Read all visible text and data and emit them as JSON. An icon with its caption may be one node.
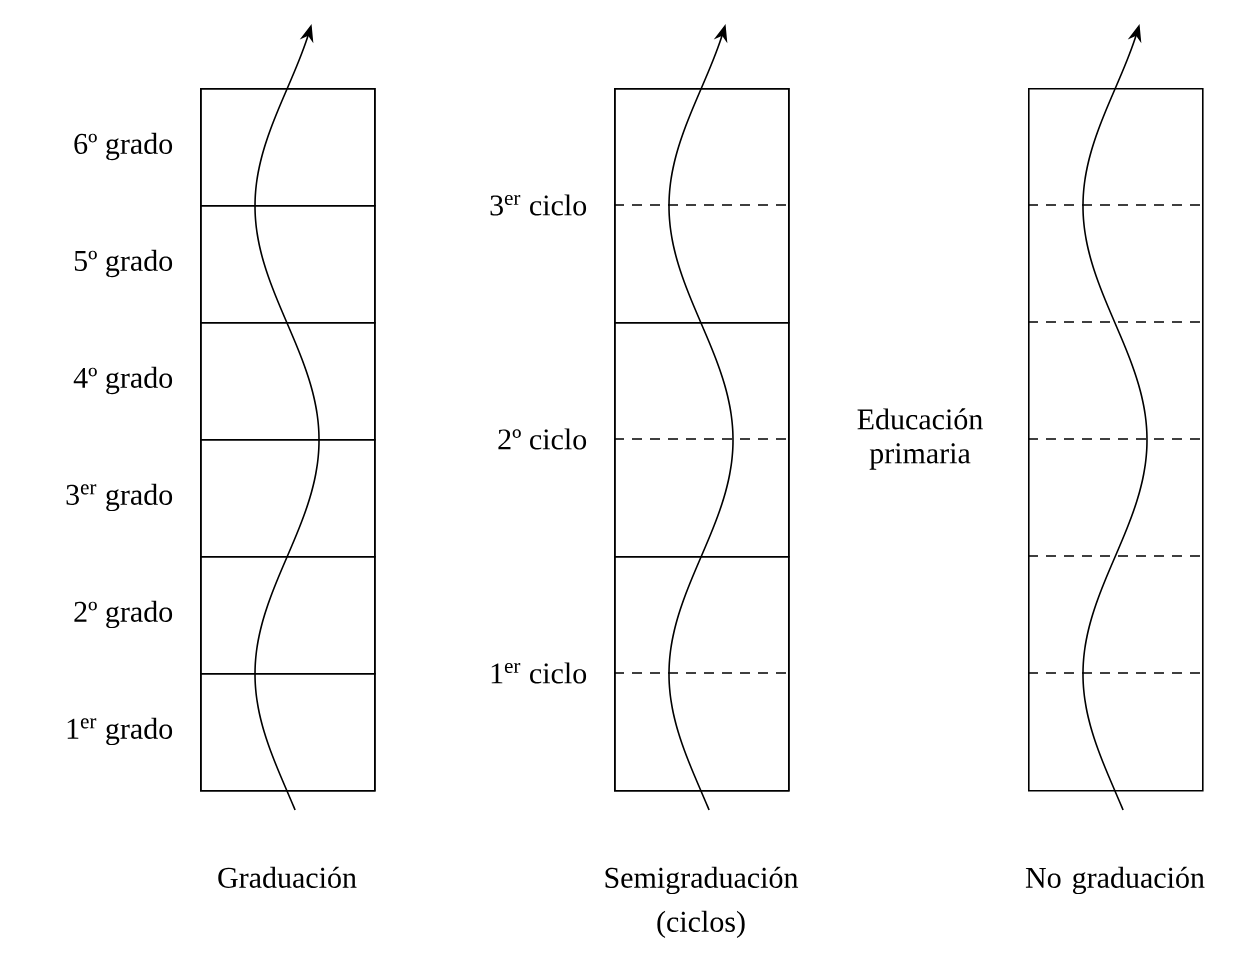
{
  "diagram": {
    "nodes": [
      {
        "text": [
          "Graduación"
        ]
      },
      {
        "text": [],
        "shape": "box",
        "in": 0,
        "beside": [
          "6º grado"
        ]
      },
      {
        "text": [],
        "shape": "box",
        "in": 0,
        "beside": [
          "5º grado"
        ]
      },
      {
        "text": [],
        "shape": "box",
        "in": 0,
        "beside": [
          "4º grado"
        ]
      },
      {
        "text": [],
        "shape": "box",
        "in": 0,
        "beside": [
          "3$^{er}$ grado"
        ]
      },
      {
        "text": [],
        "shape": "box",
        "in": 0,
        "beside": [
          "2º grado"
        ]
      },
      {
        "text": [],
        "shape": "box",
        "in": 0,
        "beside": [
          "1$^{er}$ grado"
        ]
      },
      {
        "text": [
          "Semigraduación (ciclos)"
        ]
      },
      {
        "text": [],
        "shape": "box",
        "in": 7,
        "beside": [
          "3$^{er}$ ciclo"
        ]
      },
      {
        "text": [],
        "shape": "box",
        "in": 7,
        "beside": [
          "2º ciclo"
        ]
      },
      {
        "text": [],
        "shape": "box",
        "in": 7,
        "beside": [
          "1$^{er}$ ciclo"
        ]
      },
      {
        "text": [
          "No graduación"
        ],
        "beside": [
          "Educación primaria"
        ]
      }
    ],
    "edges": []
  }
}
